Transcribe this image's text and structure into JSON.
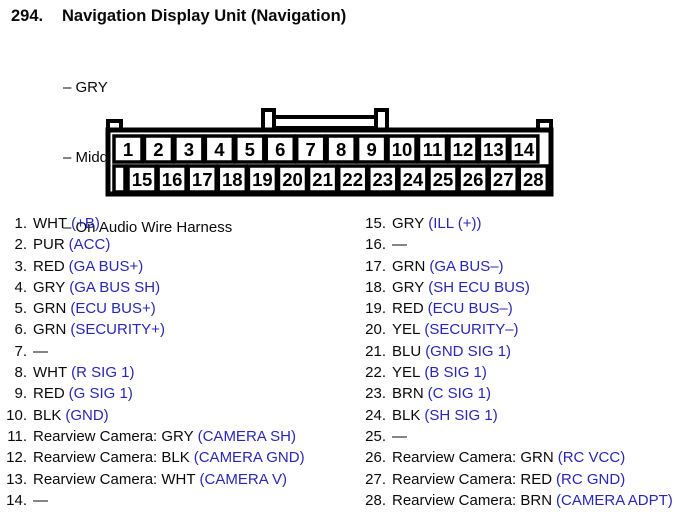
{
  "page": {
    "background": "#ffffff",
    "text_color": "#0a0a0a",
    "accent_blue": "#2828b4"
  },
  "header": {
    "index": "294.",
    "title": "Navigation Display Unit (Navigation)",
    "details": [
      "– GRY",
      "– Middle of Dash",
      "– On Audio Wire Harness"
    ]
  },
  "connector": {
    "pins_top": [
      "1",
      "2",
      "3",
      "4",
      "5",
      "6",
      "7",
      "8",
      "9",
      "10",
      "11",
      "12",
      "13",
      "14"
    ],
    "pins_bottom": [
      "15",
      "16",
      "17",
      "18",
      "19",
      "20",
      "21",
      "22",
      "23",
      "24",
      "25",
      "26",
      "27",
      "28"
    ]
  },
  "pin_list": {
    "left": [
      {
        "num": "1.",
        "wire": "WHT",
        "signal": "(+B)"
      },
      {
        "num": "2.",
        "wire": "PUR",
        "signal": "(ACC)"
      },
      {
        "num": "3.",
        "wire": "RED",
        "signal": "(GA BUS+)"
      },
      {
        "num": "4.",
        "wire": "GRY",
        "signal": "(GA BUS SH)"
      },
      {
        "num": "5.",
        "wire": "GRN",
        "signal": "(ECU BUS+)"
      },
      {
        "num": "6.",
        "wire": "GRN",
        "signal": "(SECURITY+)"
      },
      {
        "num": "7.",
        "wire": "—",
        "signal": ""
      },
      {
        "num": "8.",
        "wire": "WHT",
        "signal": "(R SIG 1)"
      },
      {
        "num": "9.",
        "wire": "RED",
        "signal": "(G SIG 1)"
      },
      {
        "num": "10.",
        "wire": "BLK",
        "signal": "(GND)"
      },
      {
        "num": "11.",
        "wire": "Rearview Camera: GRY",
        "signal": "(CAMERA SH)"
      },
      {
        "num": "12.",
        "wire": "Rearview Camera: BLK",
        "signal": "(CAMERA GND)"
      },
      {
        "num": "13.",
        "wire": "Rearview Camera: WHT",
        "signal": "(CAMERA V)"
      },
      {
        "num": "14.",
        "wire": "—",
        "signal": ""
      }
    ],
    "right": [
      {
        "num": "15.",
        "wire": "GRY",
        "signal": "(ILL (+))"
      },
      {
        "num": "16.",
        "wire": "—",
        "signal": ""
      },
      {
        "num": "17.",
        "wire": "GRN",
        "signal": "(GA BUS–)"
      },
      {
        "num": "18.",
        "wire": "GRY",
        "signal": "(SH ECU BUS)"
      },
      {
        "num": "19.",
        "wire": "RED",
        "signal": "(ECU BUS–)"
      },
      {
        "num": "20.",
        "wire": "YEL",
        "signal": "(SECURITY–)"
      },
      {
        "num": "21.",
        "wire": "BLU",
        "signal": "(GND SIG 1)"
      },
      {
        "num": "22.",
        "wire": "YEL",
        "signal": "(B SIG 1)"
      },
      {
        "num": "23.",
        "wire": "BRN",
        "signal": "(C SIG 1)"
      },
      {
        "num": "24.",
        "wire": "BLK",
        "signal": "(SH SIG 1)"
      },
      {
        "num": "25.",
        "wire": "—",
        "signal": ""
      },
      {
        "num": "26.",
        "wire": "Rearview Camera: GRN",
        "signal": "(RC VCC)"
      },
      {
        "num": "27.",
        "wire": "Rearview Camera: RED",
        "signal": "(RC GND)"
      },
      {
        "num": "28.",
        "wire": "Rearview Camera: BRN",
        "signal": "(CAMERA ADPT)"
      }
    ]
  }
}
